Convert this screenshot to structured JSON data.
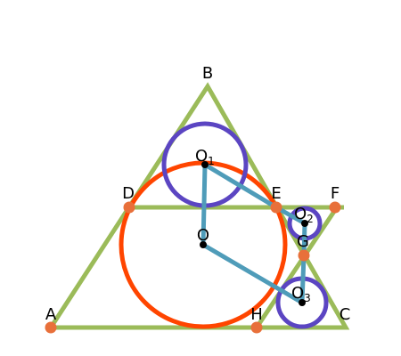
{
  "colors": {
    "triangle": "#9bbb59",
    "large_circle": "#ff4500",
    "small_circle": "#5b45c2",
    "connector": "#4f9cb9",
    "point_marker": "#e8703a",
    "center_marker": "#000000"
  },
  "labels": {
    "A": "A",
    "B": "B",
    "C": "C",
    "D": "D",
    "E": "E",
    "F": "F",
    "G": "G",
    "H": "H",
    "O": "O",
    "O1": "O",
    "O1_sub": "1",
    "O2": "O",
    "O2_sub": "2",
    "O3": "O",
    "O3_sub": "3"
  }
}
